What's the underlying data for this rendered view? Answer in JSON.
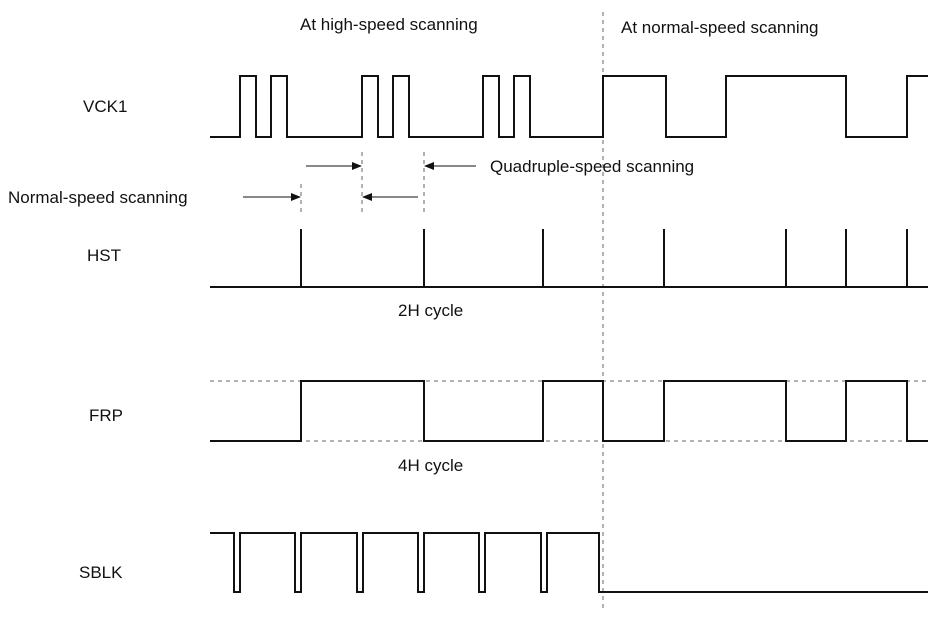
{
  "headers": {
    "high_speed": "At high-speed scanning",
    "normal_speed": "At normal-speed scanning"
  },
  "signals": {
    "vck1": "VCK1",
    "hst": "HST",
    "frp": "FRP",
    "sblk": "SBLK"
  },
  "annotations": {
    "quadruple_speed": "Quadruple-speed scanning",
    "normal_speed_scanning": "Normal-speed scanning",
    "hst_cycle": "2H cycle",
    "frp_cycle": "4H cycle"
  }
}
